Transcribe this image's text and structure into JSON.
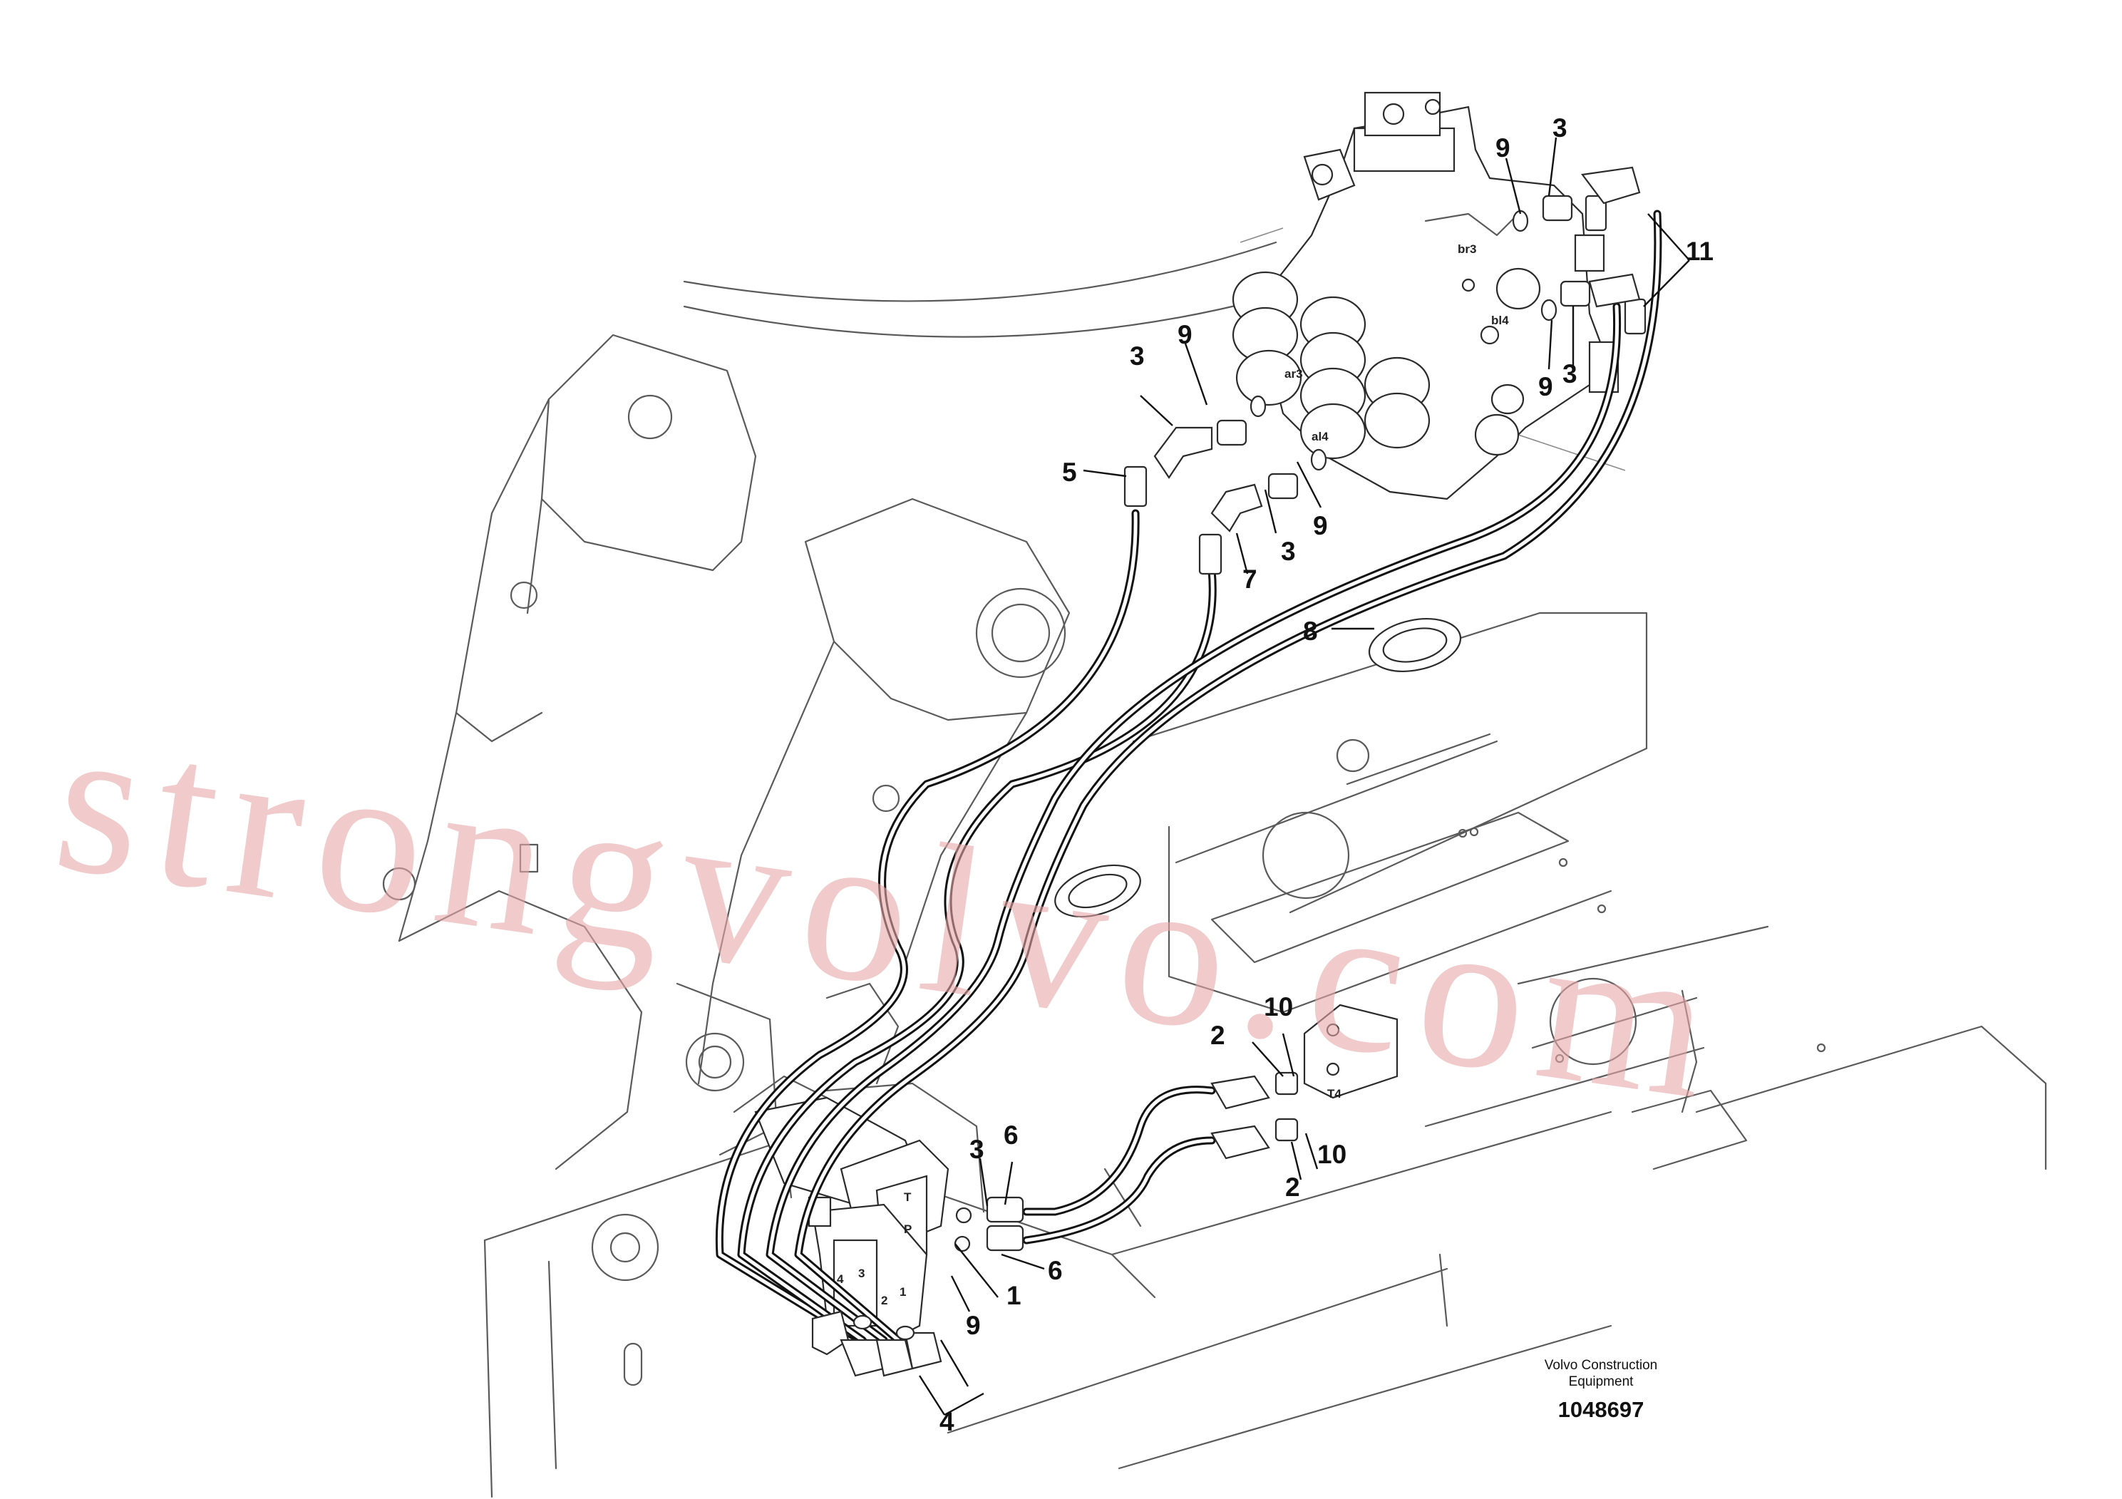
{
  "callouts": {
    "c1": "1",
    "c2a": "2",
    "c2b": "2",
    "c3a": "3",
    "c3b": "3",
    "c3c": "3",
    "c3d": "3",
    "c3e": "3",
    "c4": "4",
    "c5": "5",
    "c6a": "6",
    "c6b": "6",
    "c7": "7",
    "c8": "8",
    "c9a": "9",
    "c9b": "9",
    "c9c": "9",
    "c9d": "9",
    "c9e": "9",
    "c10a": "10",
    "c10b": "10",
    "c11": "11"
  },
  "ports": {
    "br3": "br3",
    "bl4": "bl4",
    "ar3": "ar3",
    "al4": "al4",
    "t4": "T4",
    "pp_t": "T",
    "pp_p": "P",
    "pp_4": "4",
    "pp_3": "3",
    "pp_2": "2",
    "pp_1": "1"
  },
  "footer": {
    "company_line1": "Volvo Construction",
    "company_line2": "Equipment",
    "drawing_number": "1048697"
  },
  "watermark": "strongvolvo.com"
}
